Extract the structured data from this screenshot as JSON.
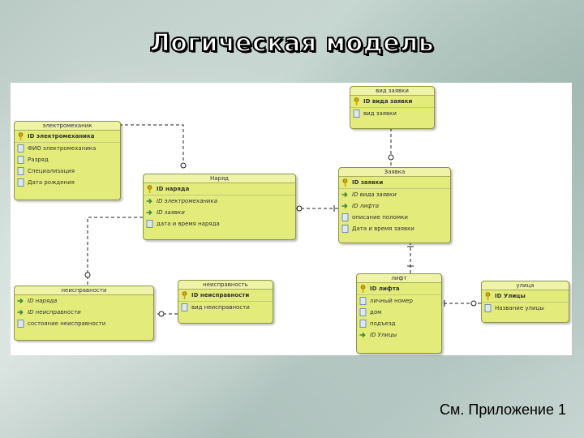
{
  "title": "Логическая модель",
  "caption": "См. Приложение 1",
  "entities": {
    "electromech": {
      "title": "электромеханик",
      "fields": [
        "ID электромеханика",
        "ФИО электромеханика",
        "Разряд",
        "Специализация",
        "Дата рождения"
      ]
    },
    "request_type": {
      "title": "вид заявки",
      "fields": [
        "ID вида заявки",
        "вид заявки"
      ]
    },
    "order": {
      "title": "Наряд",
      "fields": [
        "ID наряда",
        "ID электромеханика",
        "ID заявки",
        "дата и время наряда"
      ]
    },
    "request": {
      "title": "Заявка",
      "fields": [
        "ID заявки",
        "ID вида заявки",
        "ID лифта",
        "описание поломки",
        "Дата и время заявки"
      ]
    },
    "faults": {
      "title": "неисправности",
      "fields": [
        "ID наряда",
        "ID неисправности",
        "состояние неисправности"
      ]
    },
    "fault": {
      "title": "неисправность",
      "fields": [
        "ID неисправности",
        "вид неисправности"
      ]
    },
    "lift": {
      "title": "лифт",
      "fields": [
        "ID лифта",
        "личный номер",
        "дом",
        "подъезд",
        "ID Улицы"
      ]
    },
    "street": {
      "title": "улица",
      "fields": [
        "ID Улицы",
        "Название улицы"
      ]
    }
  },
  "colors": {
    "entity_fill": "#e3ec7a",
    "key_icon": "#d9a400",
    "fk_icon": "#3c8a3c",
    "field_icon": "#5a78b4"
  }
}
